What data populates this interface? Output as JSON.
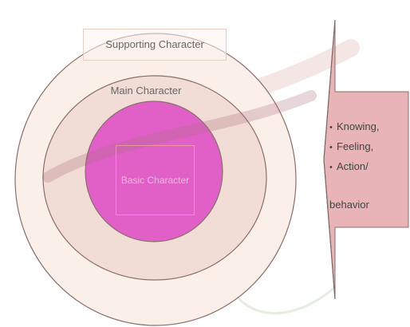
{
  "diagram": {
    "outer_ring_label": "Supporting Character",
    "middle_ring_label": "Main Character",
    "core_label": "Basic Character",
    "callout": {
      "items": [
        "Knowing,",
        "Feeling,",
        "Action/"
      ],
      "tail": "behavior",
      "bullet_char": "•"
    },
    "colors": {
      "outer_ring": "#fbefea",
      "middle_ring": "#f2dcd6",
      "core": "#e060c8",
      "callout_box": "#e8b4b8",
      "outline": "#8a6e6a"
    }
  }
}
